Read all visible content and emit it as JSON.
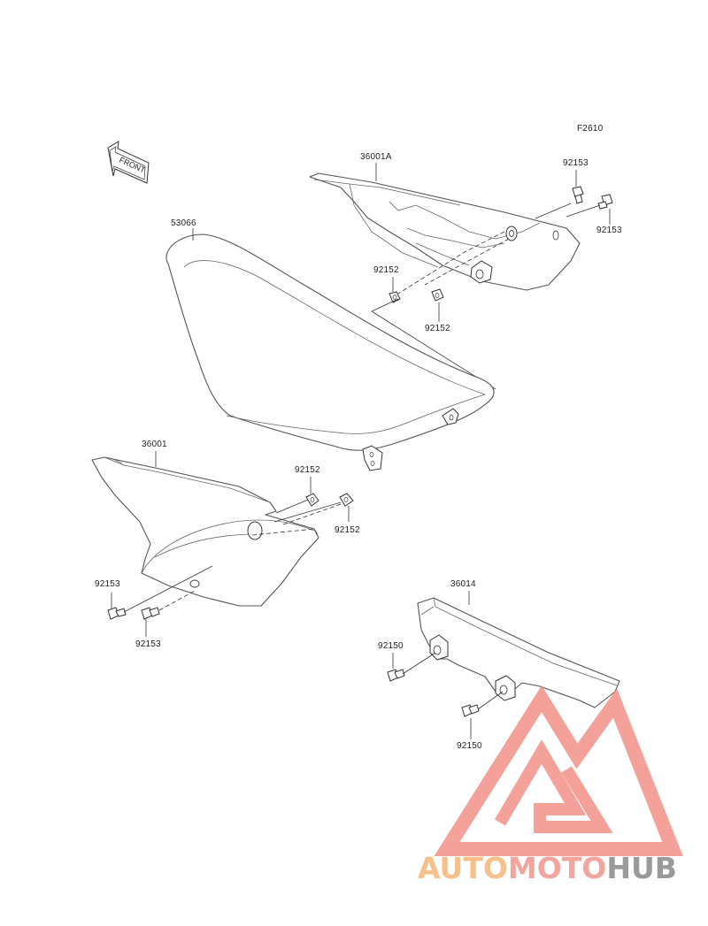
{
  "figure_code": "F2610",
  "front_arrow_text": "FRONT",
  "labels": {
    "cover_right": "36001A",
    "bolt_right_upper": "92153",
    "bolt_right_lower": "92153",
    "collar_right_left": "92152",
    "collar_right_right": "92152",
    "seat": "53066",
    "cover_left": "36001",
    "collar_left_upper": "92152",
    "collar_left_lower": "92152",
    "bolt_left_upper": "92153",
    "bolt_left_lower": "92153",
    "chain_cover": "36014",
    "bolt_chain_upper": "92150",
    "bolt_chain_lower": "92150"
  },
  "watermark": {
    "part1": "AUTO",
    "part2": "MOTO",
    "part3": "HUB",
    "color_auto": "#f7c08a",
    "color_moto": "#f2a59c",
    "color_hub": "#9a9a9a",
    "logo_color": "#f28a82",
    "logo_icon": "triangle-logo-icon"
  }
}
